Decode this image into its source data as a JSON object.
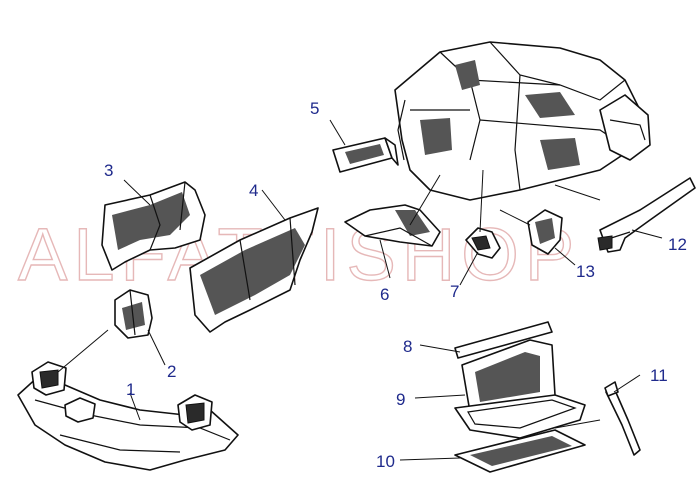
{
  "watermark": "ALFATTISHOP",
  "callouts": [
    {
      "id": "1",
      "label": "1"
    },
    {
      "id": "2",
      "label": "2"
    },
    {
      "id": "3",
      "label": "3"
    },
    {
      "id": "4",
      "label": "4"
    },
    {
      "id": "5",
      "label": "5"
    },
    {
      "id": "6",
      "label": "6"
    },
    {
      "id": "7",
      "label": "7"
    },
    {
      "id": "8",
      "label": "8"
    },
    {
      "id": "9",
      "label": "9"
    },
    {
      "id": "10",
      "label": "10"
    },
    {
      "id": "11",
      "label": "11"
    },
    {
      "id": "12",
      "label": "12"
    },
    {
      "id": "13",
      "label": "13"
    }
  ],
  "colors": {
    "callout": "#1f2a8c",
    "watermark": "#e6b8b8",
    "ink": "#111111"
  }
}
